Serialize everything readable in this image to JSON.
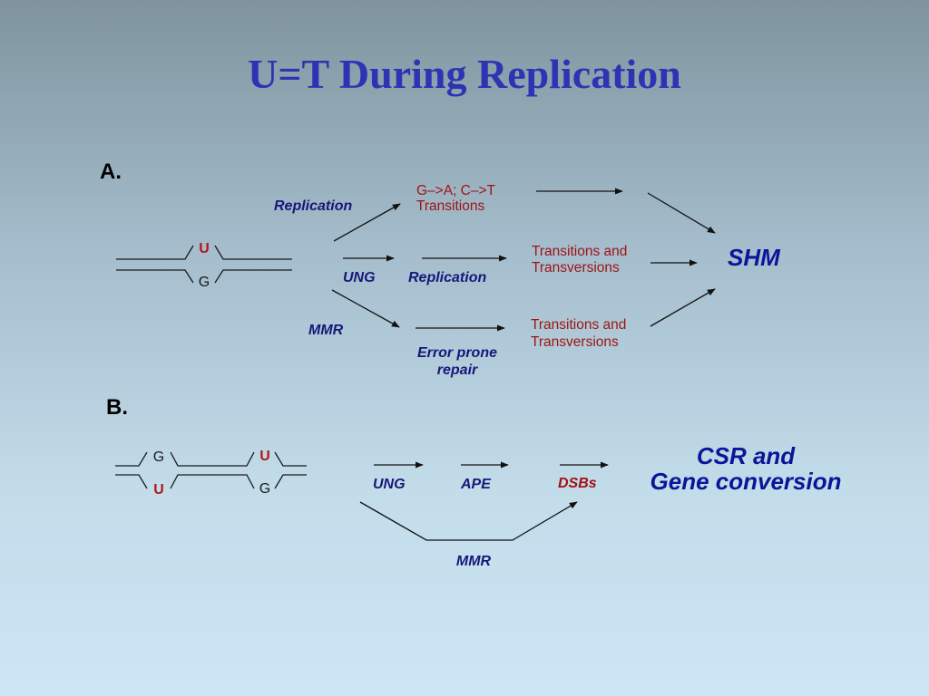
{
  "title": "U=T During Replication",
  "section_a": {
    "label": "A.",
    "bases": {
      "top": "U",
      "bottom": "G"
    },
    "replication_label": "Replication",
    "outcome_top_line1": "G–>A; C–>T",
    "outcome_top_line2": "Transitions",
    "ung_label": "UNG",
    "replication2_label": "Replication",
    "outcome_mid_line1": "Transitions and",
    "outcome_mid_line2": "Transversions",
    "mmr_label": "MMR",
    "error_prone_line1": "Error prone",
    "error_prone_line2": "repair",
    "outcome_bot_line1": "Transitions and",
    "outcome_bot_line2": "Transversions",
    "result": "SHM"
  },
  "section_b": {
    "label": "B.",
    "bases": {
      "left_top": "G",
      "left_bottom": "U",
      "right_top": "U",
      "right_bottom": "G"
    },
    "ung_label": "UNG",
    "ape_label": "APE",
    "dsbs_label": "DSBs",
    "mmr_label": "MMR",
    "result_line1": "CSR and",
    "result_line2": "Gene conversion"
  },
  "colors": {
    "title": "#2d34b4",
    "blue_labels": "#17177a",
    "red_labels": "#9e1414",
    "result_blue": "#0a1699"
  }
}
